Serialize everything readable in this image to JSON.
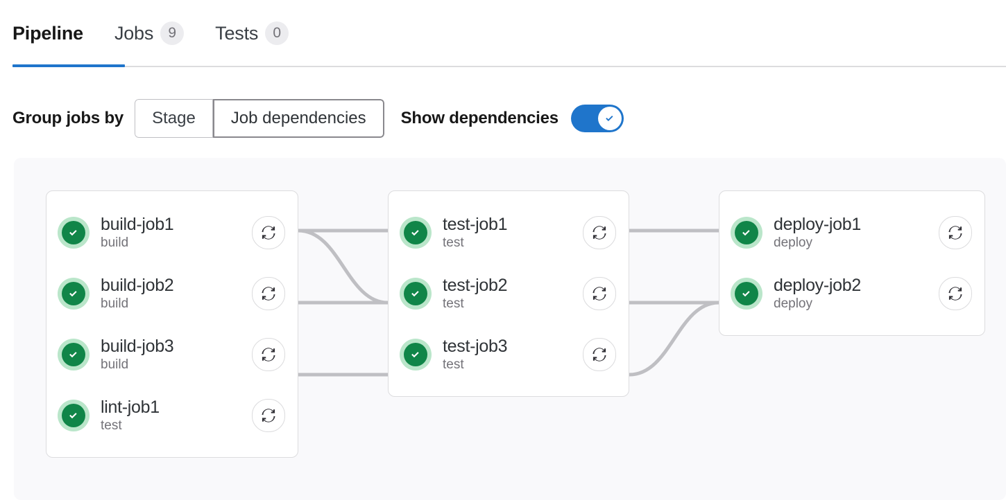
{
  "tabs": [
    {
      "label": "Pipeline",
      "badge": null,
      "active": true
    },
    {
      "label": "Jobs",
      "badge": "9",
      "active": false
    },
    {
      "label": "Tests",
      "badge": "0",
      "active": false
    }
  ],
  "controls": {
    "group_label": "Group jobs by",
    "segments": [
      {
        "label": "Stage",
        "selected": false
      },
      {
        "label": "Job dependencies",
        "selected": true
      }
    ],
    "toggle_label": "Show dependencies",
    "toggle_state": "on"
  },
  "colors": {
    "accent": "#1f75cb",
    "success": "#108548",
    "success_ring": "#bae6ca",
    "graph_bg": "#f9f9fb",
    "card_border": "#dcdcde",
    "link_line": "#bfbfc3"
  },
  "graph": {
    "columns": [
      {
        "id": "build",
        "jobs": [
          {
            "name": "build-job1",
            "stage": "build",
            "status": "success",
            "retry_icon": "retry-icon"
          },
          {
            "name": "build-job2",
            "stage": "build",
            "status": "success",
            "retry_icon": "retry-icon"
          },
          {
            "name": "build-job3",
            "stage": "build",
            "status": "success",
            "retry_icon": "retry-icon"
          },
          {
            "name": "lint-job1",
            "stage": "test",
            "status": "success",
            "retry_icon": "retry-icon"
          }
        ]
      },
      {
        "id": "test",
        "jobs": [
          {
            "name": "test-job1",
            "stage": "test",
            "status": "success",
            "retry_icon": "retry-icon"
          },
          {
            "name": "test-job2",
            "stage": "test",
            "status": "success",
            "retry_icon": "retry-icon"
          },
          {
            "name": "test-job3",
            "stage": "test",
            "status": "success",
            "retry_icon": "retry-icon"
          }
        ]
      },
      {
        "id": "deploy",
        "jobs": [
          {
            "name": "deploy-job1",
            "stage": "deploy",
            "status": "success",
            "retry_icon": "retry-icon"
          },
          {
            "name": "deploy-job2",
            "stage": "deploy",
            "status": "success",
            "retry_icon": "retry-icon"
          }
        ]
      }
    ],
    "links": [
      {
        "from": "build-job1",
        "to": "test-job1"
      },
      {
        "from": "build-job1",
        "to": "test-job2"
      },
      {
        "from": "build-job2",
        "to": "test-job2"
      },
      {
        "from": "build-job3",
        "to": "test-job3"
      },
      {
        "from": "test-job1",
        "to": "deploy-job1"
      },
      {
        "from": "test-job2",
        "to": "deploy-job2"
      },
      {
        "from": "test-job3",
        "to": "deploy-job2"
      }
    ]
  }
}
